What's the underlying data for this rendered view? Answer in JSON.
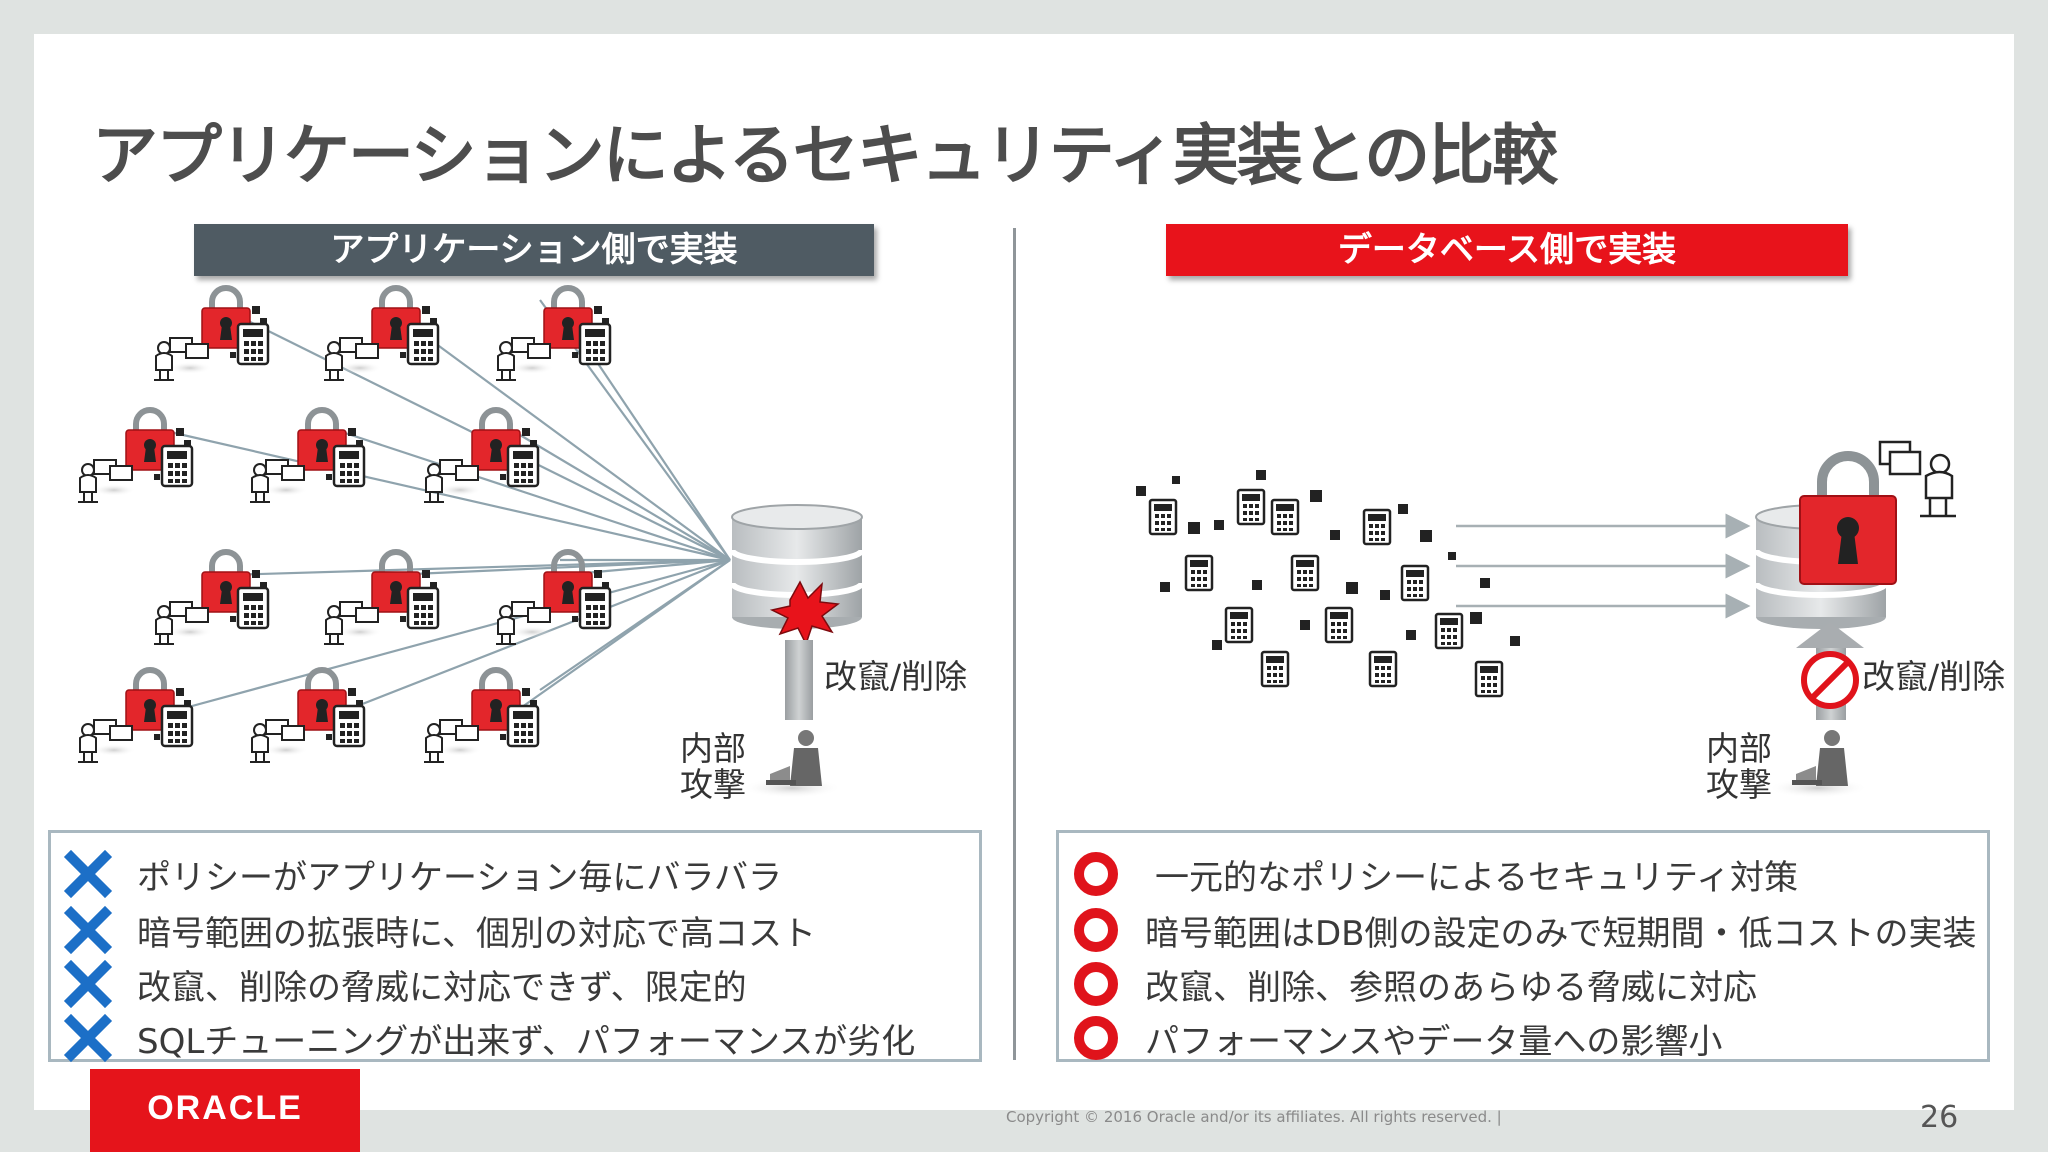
{
  "slide_title": "アプリケーションによるセキュリティ実装との比較",
  "left_panel": {
    "header": "アプリケーション側で実装",
    "label_tamper": "改竄/削除",
    "label_insider_1": "内部",
    "label_insider_2": "攻撃",
    "items": [
      "ポリシーがアプリケーション毎にバラバラ",
      "暗号範囲の拡張時に、個別の対応で高コスト",
      "改竄、削除の脅威に対応できず、限定的",
      "SQLチューニングが出来ず、パフォーマンスが劣化"
    ],
    "mark_icon": "x-mark-icon",
    "mark_color": "#1c6fc7"
  },
  "right_panel": {
    "header": "データベース側で実装",
    "label_tamper": "改竄/削除",
    "label_insider_1": "内部",
    "label_insider_2": "攻撃",
    "items": [
      "一元的なポリシーによるセキュリティ対策",
      "暗号範囲はDB側の設定のみで短期間・低コストの実装",
      "改竄、削除、参照のあらゆる脅威に対応",
      "パフォーマンスやデータ量への影響小"
    ],
    "mark_icon": "circle-mark-icon",
    "mark_color": "#e0131b"
  },
  "colors": {
    "lock_red": "#e3262b",
    "header_dark": "#4f5b63",
    "header_red": "#e8131b",
    "brand_red": "#e5141b"
  },
  "footer": {
    "logo": "ORACLE",
    "copyright": "Copyright © 2016 Oracle and/or its affiliates. All rights reserved.  |",
    "page_number": "26"
  }
}
